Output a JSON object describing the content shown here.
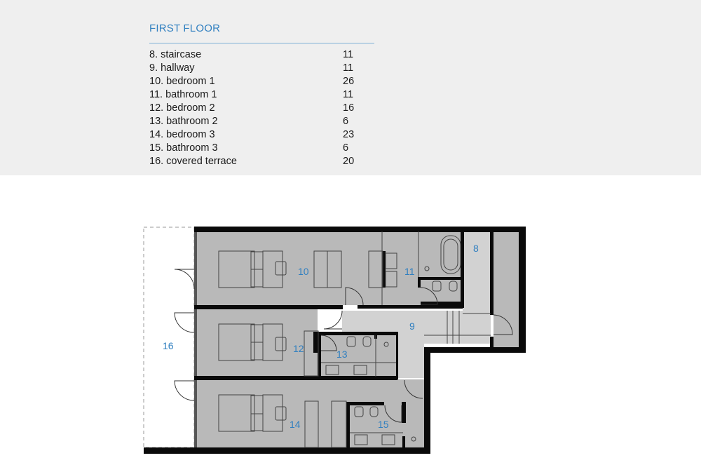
{
  "header": {
    "title": "FIRST FLOOR"
  },
  "rooms": [
    {
      "name": "8. staircase",
      "area": "11"
    },
    {
      "name": "9. hallway",
      "area": "11"
    },
    {
      "name": "10. bedroom 1",
      "area": "26"
    },
    {
      "name": "11. bathroom 1",
      "area": "11"
    },
    {
      "name": "12. bedroom 2",
      "area": "16"
    },
    {
      "name": "13. bathroom 2",
      "area": "6"
    },
    {
      "name": "14. bedroom 3",
      "area": "23"
    },
    {
      "name": "15. bathroom 3",
      "area": "6"
    },
    {
      "name": "16. covered terrace",
      "area": "20"
    }
  ],
  "plan": {
    "labels": {
      "r8": "8",
      "r9": "9",
      "r10": "10",
      "r11": "11",
      "r12": "12",
      "r13": "13",
      "r14": "14",
      "r15": "15",
      "r16": "16"
    },
    "colors": {
      "room_fill": "#b9b9b9",
      "hall_fill": "#d2d2d2",
      "wall": "#0a0a0a",
      "label": "#2f7fc0",
      "header_bg": "#efefef"
    }
  }
}
